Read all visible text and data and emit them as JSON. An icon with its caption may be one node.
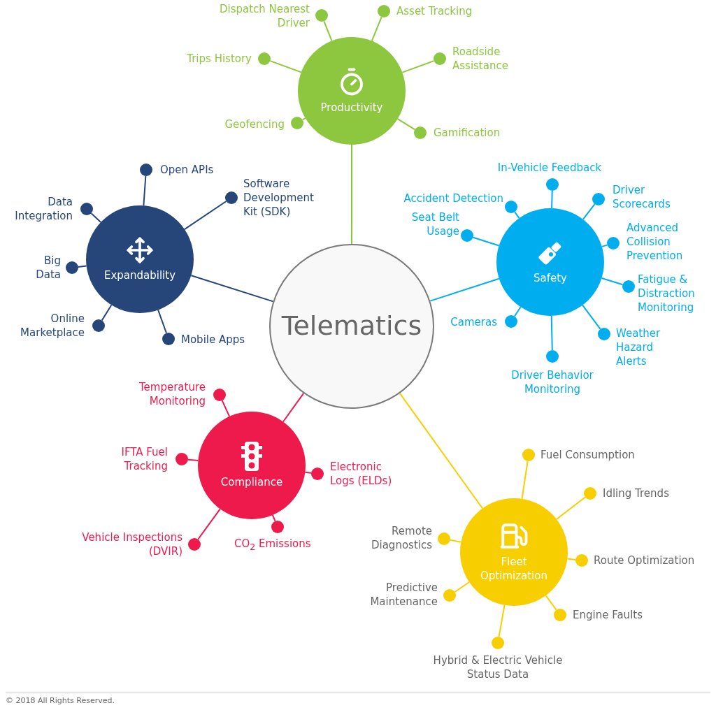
{
  "diagram": {
    "nodes": [
      {
        "text": [
          "Telematics"
        ]
      },
      {
        "text": [
          "Productivity"
        ]
      },
      {
        "text": [],
        "shape": "circle",
        "beside": [
          "Dispatch Nearest Driver"
        ]
      },
      {
        "text": [],
        "shape": "circle",
        "beside": [
          "Asset Tracking"
        ]
      },
      {
        "text": [],
        "shape": "circle",
        "beside": [
          "Trips History"
        ]
      },
      {
        "text": [],
        "shape": "circle",
        "beside": [
          "Roadside Assistance"
        ]
      },
      {
        "text": [],
        "shape": "circle",
        "beside": [
          "Geofencing"
        ]
      },
      {
        "text": [],
        "shape": "circle",
        "beside": [
          "Gamification"
        ]
      },
      {
        "text": [
          "Expandability"
        ]
      },
      {
        "text": [],
        "shape": "circle",
        "beside": [
          "Open APIs"
        ]
      },
      {
        "text": [],
        "shape": "circle",
        "beside": [
          "Software Development Kit (SDK)"
        ]
      },
      {
        "text": [],
        "shape": "circle",
        "beside": [
          "Data Integration"
        ]
      },
      {
        "text": [],
        "shape": "circle",
        "beside": [
          "Big Data"
        ]
      },
      {
        "text": [],
        "shape": "circle",
        "beside": [
          "Online Marketplace"
        ]
      },
      {
        "text": [],
        "shape": "circle",
        "beside": [
          "Mobile Apps"
        ]
      },
      {
        "text": [
          "Safety"
        ]
      },
      {
        "text": [],
        "shape": "circle",
        "beside": [
          "In-Vehicle Feedback"
        ]
      },
      {
        "text": [],
        "shape": "circle",
        "beside": [
          "Driver Scorecards"
        ]
      },
      {
        "text": [],
        "shape": "circle",
        "beside": [
          "Accident Detection"
        ]
      },
      {
        "text": [],
        "shape": "circle",
        "beside": [
          "Seat Belt Usage"
        ]
      },
      {
        "text": [],
        "shape": "circle",
        "beside": [
          "Advanced Collision Prevention"
        ]
      },
      {
        "text": [],
        "shape": "circle",
        "beside": [
          "Fatigue & Distraction Monitoring"
        ]
      },
      {
        "text": [],
        "shape": "circle",
        "beside": [
          "Cameras"
        ]
      },
      {
        "text": [],
        "shape": "circle",
        "beside": [
          "Weather Hazard Alerts"
        ]
      },
      {
        "text": [],
        "shape": "circle",
        "beside": [
          "Driver Behavior Monitoring"
        ]
      },
      {
        "text": [
          "Compliance"
        ]
      },
      {
        "text": [],
        "shape": "circle",
        "beside": [
          "Temperature Monitoring"
        ]
      },
      {
        "text": [],
        "shape": "circle",
        "beside": [
          "IFTA Fuel Tracking"
        ]
      },
      {
        "text": [],
        "shape": "circle",
        "beside": [
          "Electronic Logs (ELDs)"
        ]
      },
      {
        "text": [],
        "shape": "circle",
        "beside": [
          "Vehicle Inspections (DVIR)"
        ]
      },
      {
        "text": [],
        "shape": "circle",
        "beside": [
          "CO$_{2}$ Emissions"
        ]
      },
      {
        "text": [
          "Fleet Optimization"
        ]
      },
      {
        "text": [],
        "shape": "circle",
        "beside": [
          "Fuel Consumption"
        ]
      },
      {
        "text": [],
        "shape": "circle",
        "beside": [
          "Idling Trends"
        ]
      },
      {
        "text": [],
        "shape": "circle",
        "beside": [
          "Remote Diagnostics"
        ]
      },
      {
        "text": [],
        "shape": "circle",
        "beside": [
          "Route Optimization"
        ]
      },
      {
        "text": [],
        "shape": "circle",
        "beside": [
          "Predictive Maintenance"
        ]
      },
      {
        "text": [],
        "shape": "circle",
        "beside": [
          "Engine Faults"
        ]
      },
      {
        "text": [],
        "shape": "circle",
        "beside": [
          "Hybrid & Electric Vehicle Status Data"
        ]
      }
    ],
    "edges": [
      {
        "from": 0,
        "to": 1,
        "arrow": "none",
        "color": "#8dc63f"
      },
      {
        "from": 1,
        "to": 2,
        "arrow": "none",
        "color": "#8dc63f"
      },
      {
        "from": 1,
        "to": 3,
        "arrow": "none",
        "color": "#8dc63f"
      },
      {
        "from": 1,
        "to": 4,
        "arrow": "none",
        "color": "#8dc63f"
      },
      {
        "from": 1,
        "to": 5,
        "arrow": "none",
        "color": "#8dc63f"
      },
      {
        "from": 1,
        "to": 6,
        "arrow": "none",
        "color": "#8dc63f"
      },
      {
        "from": 1,
        "to": 7,
        "arrow": "none",
        "color": "#8dc63f"
      },
      {
        "from": 0,
        "to": 8,
        "arrow": "none",
        "color": "#26467a"
      },
      {
        "from": 8,
        "to": 9,
        "arrow": "none",
        "color": "#26467a"
      },
      {
        "from": 8,
        "to": 10,
        "arrow": "none",
        "color": "#26467a"
      },
      {
        "from": 8,
        "to": 11,
        "arrow": "none",
        "color": "#26467a"
      },
      {
        "from": 8,
        "to": 12,
        "arrow": "none",
        "color": "#26467a"
      },
      {
        "from": 8,
        "to": 13,
        "arrow": "none",
        "color": "#26467a"
      },
      {
        "from": 8,
        "to": 14,
        "arrow": "none",
        "color": "#26467a"
      },
      {
        "from": 0,
        "to": 15,
        "arrow": "none",
        "color": "#00aeef"
      },
      {
        "from": 15,
        "to": 16,
        "arrow": "none",
        "color": "#00aeef"
      },
      {
        "from": 15,
        "to": 17,
        "arrow": "none",
        "color": "#00aeef"
      },
      {
        "from": 15,
        "to": 18,
        "arrow": "none",
        "color": "#00aeef"
      },
      {
        "from": 15,
        "to": 19,
        "arrow": "none",
        "color": "#00aeef"
      },
      {
        "from": 15,
        "to": 20,
        "arrow": "none",
        "color": "#00aeef"
      },
      {
        "from": 15,
        "to": 21,
        "arrow": "none",
        "color": "#00aeef"
      },
      {
        "from": 15,
        "to": 22,
        "arrow": "none",
        "color": "#00aeef"
      },
      {
        "from": 15,
        "to": 23,
        "arrow": "none",
        "color": "#00aeef"
      },
      {
        "from": 15,
        "to": 24,
        "arrow": "none",
        "color": "#00aeef"
      },
      {
        "from": 0,
        "to": 25,
        "arrow": "none",
        "color": "#ed1a4b"
      },
      {
        "from": 25,
        "to": 26,
        "arrow": "none",
        "color": "#ed1a4b"
      },
      {
        "from": 25,
        "to": 27,
        "arrow": "none",
        "color": "#ed1a4b"
      },
      {
        "from": 25,
        "to": 28,
        "arrow": "none",
        "color": "#ed1a4b"
      },
      {
        "from": 25,
        "to": 29,
        "arrow": "none",
        "color": "#ed1a4b"
      },
      {
        "from": 25,
        "to": 30,
        "arrow": "none",
        "color": "#ed1a4b"
      },
      {
        "from": 0,
        "to": 31,
        "arrow": "none",
        "color": "#f7ce00"
      },
      {
        "from": 31,
        "to": 32,
        "arrow": "none",
        "color": "#f7ce00"
      },
      {
        "from": 31,
        "to": 33,
        "arrow": "none",
        "color": "#f7ce00"
      },
      {
        "from": 31,
        "to": 34,
        "arrow": "none",
        "color": "#f7ce00"
      },
      {
        "from": 31,
        "to": 35,
        "arrow": "none",
        "color": "#f7ce00"
      },
      {
        "from": 31,
        "to": 36,
        "arrow": "none",
        "color": "#f7ce00"
      },
      {
        "from": 31,
        "to": 37,
        "arrow": "none",
        "color": "#f7ce00"
      },
      {
        "from": 31,
        "to": 38,
        "arrow": "none",
        "color": "#f7ce00"
      }
    ],
    "labels": [
      "© 2018 All Rights Reserved."
    ]
  }
}
